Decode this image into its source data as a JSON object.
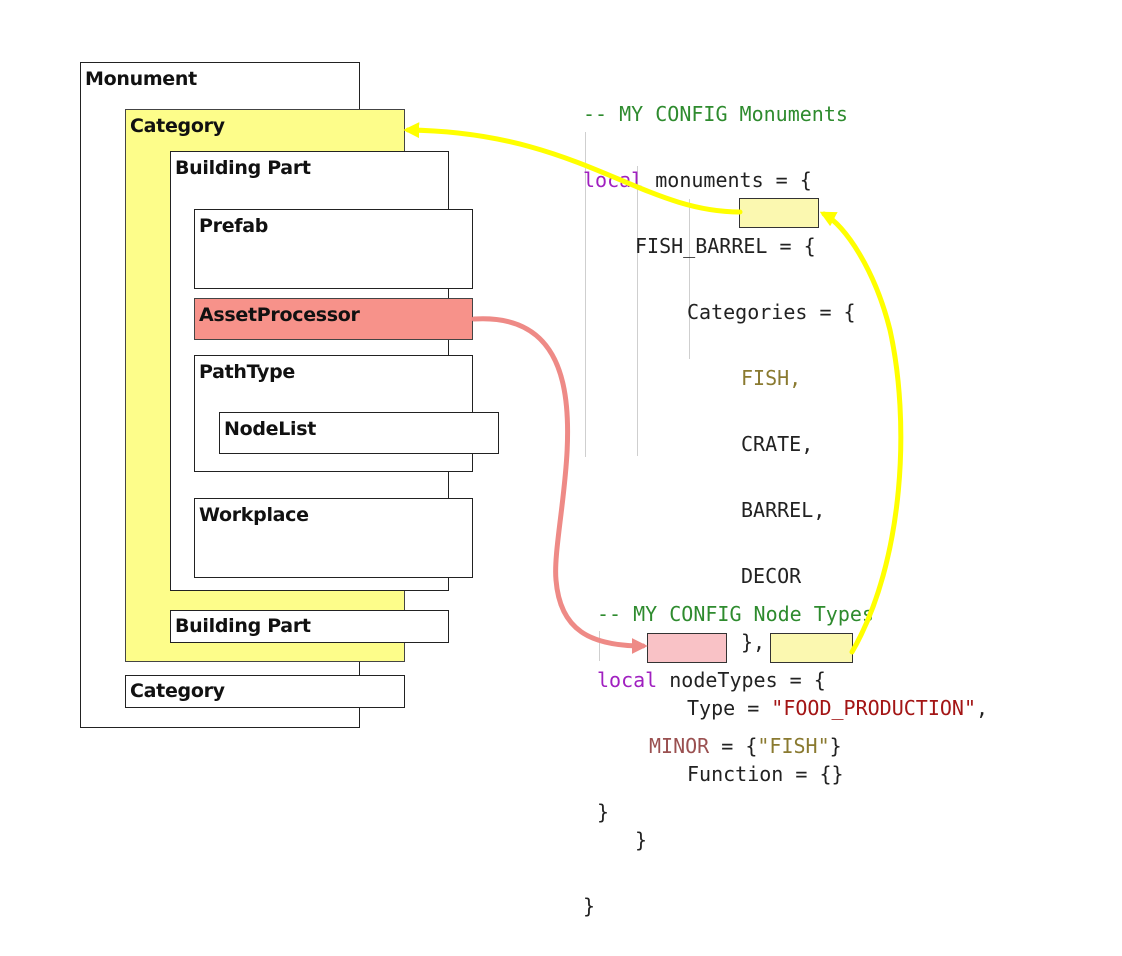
{
  "tree": {
    "monument": "Monument",
    "category_expanded": "Category",
    "building_part_expanded": "Building Part",
    "prefab": "Prefab",
    "asset_processor": "AssetProcessor",
    "path_type": "PathType",
    "node_list": "NodeList",
    "workplace": "Workplace",
    "building_part_collapsed": "Building Part",
    "category_collapsed": "Category"
  },
  "code_monuments": {
    "comment": "-- MY CONFIG Monuments",
    "l1_kw": "local",
    "l1_rest": " monuments = {",
    "l2": "FISH_BARREL = {",
    "l3": "Categories = {",
    "cat_fish": "FISH,",
    "cat_crate": "CRATE,",
    "cat_barrel": "BARREL,",
    "cat_decor": "DECOR",
    "close_cats": "},",
    "type_key": "Type = ",
    "type_val": "\"FOOD_PRODUCTION\"",
    "type_comma": ",",
    "function": "Function = {}",
    "close_inner": "}",
    "close_outer": "}"
  },
  "code_nodes": {
    "comment": "-- MY CONFIG Node Types",
    "l1_kw": "local",
    "l1_rest": " nodeTypes = {",
    "minor_key": "MINOR",
    "eq": " = {",
    "fish_val": "\"FISH\"",
    "close_entry": "}",
    "close_outer": "}"
  },
  "colors": {
    "yellow_arrow": "#ffff00",
    "red_arrow": "#ee8a86",
    "yellow_box": "#fdfd8a",
    "red_box": "#f7928a"
  }
}
